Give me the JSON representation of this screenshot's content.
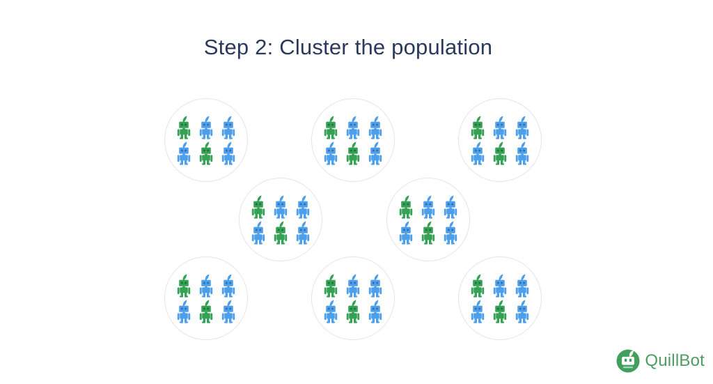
{
  "title": "Step 2: Cluster the population",
  "colors": {
    "title_text": "#2A3A5C",
    "robot_green": "#34A155",
    "robot_blue": "#4D9FEB",
    "circle_border": "#E4E4E4",
    "logo_green": "#4E9D60",
    "logo_icon_green": "#42A05F",
    "background": "#FFFFFF"
  },
  "robot_grid": {
    "rows": 2,
    "cols": 3
  },
  "clusters": [
    {
      "position": "top-left",
      "robots": [
        "green",
        "blue",
        "blue",
        "blue",
        "green",
        "blue"
      ]
    },
    {
      "position": "top-middle",
      "robots": [
        "green",
        "blue",
        "blue",
        "blue",
        "green",
        "blue"
      ]
    },
    {
      "position": "top-right",
      "robots": [
        "green",
        "blue",
        "blue",
        "blue",
        "green",
        "blue"
      ]
    },
    {
      "position": "middle-left",
      "robots": [
        "green",
        "blue",
        "blue",
        "blue",
        "green",
        "blue"
      ]
    },
    {
      "position": "middle-right",
      "robots": [
        "green",
        "blue",
        "blue",
        "blue",
        "green",
        "blue"
      ]
    },
    {
      "position": "bottom-left",
      "robots": [
        "green",
        "blue",
        "blue",
        "blue",
        "green",
        "blue"
      ]
    },
    {
      "position": "bottom-middle",
      "robots": [
        "green",
        "blue",
        "blue",
        "blue",
        "green",
        "blue"
      ]
    },
    {
      "position": "bottom-right",
      "robots": [
        "green",
        "blue",
        "blue",
        "blue",
        "green",
        "blue"
      ]
    }
  ],
  "logo": {
    "label": "QuillBot",
    "icon": "quillbot-robot-icon"
  }
}
